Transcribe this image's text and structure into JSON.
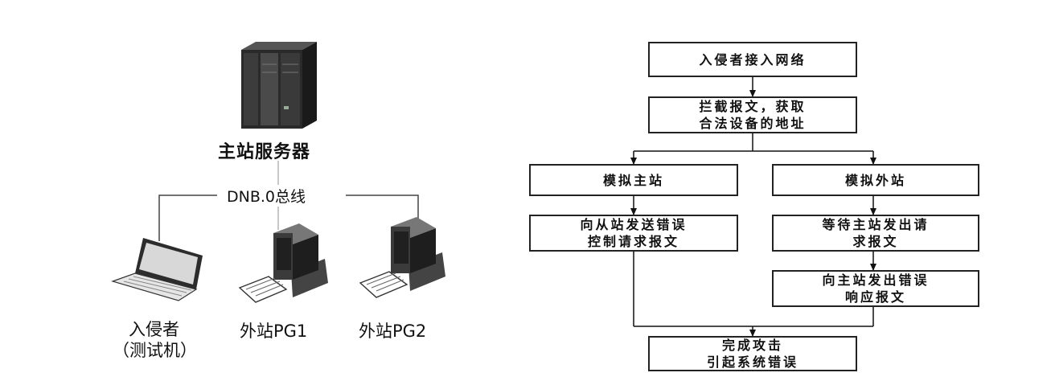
{
  "network": {
    "server_label": "主站服务器",
    "bus_label": "DNB.0总线",
    "intruder_label": "入侵者",
    "intruder_sublabel": "（测试机）",
    "station1_label": "外站PG1",
    "station2_label": "外站PG2"
  },
  "flow": {
    "step1": "入侵者接入网络",
    "step2": "拦截报文，获取\n合法设备的地址",
    "left_branch": "模拟主站",
    "right_branch": "模拟外站",
    "left_step": "向从站发送错误\n控制请求报文",
    "right_step1": "等待主站发出请\n求报文",
    "right_step2": "向主站发出错误\n响应报文",
    "final": "完成攻击\n引起系统错误"
  }
}
